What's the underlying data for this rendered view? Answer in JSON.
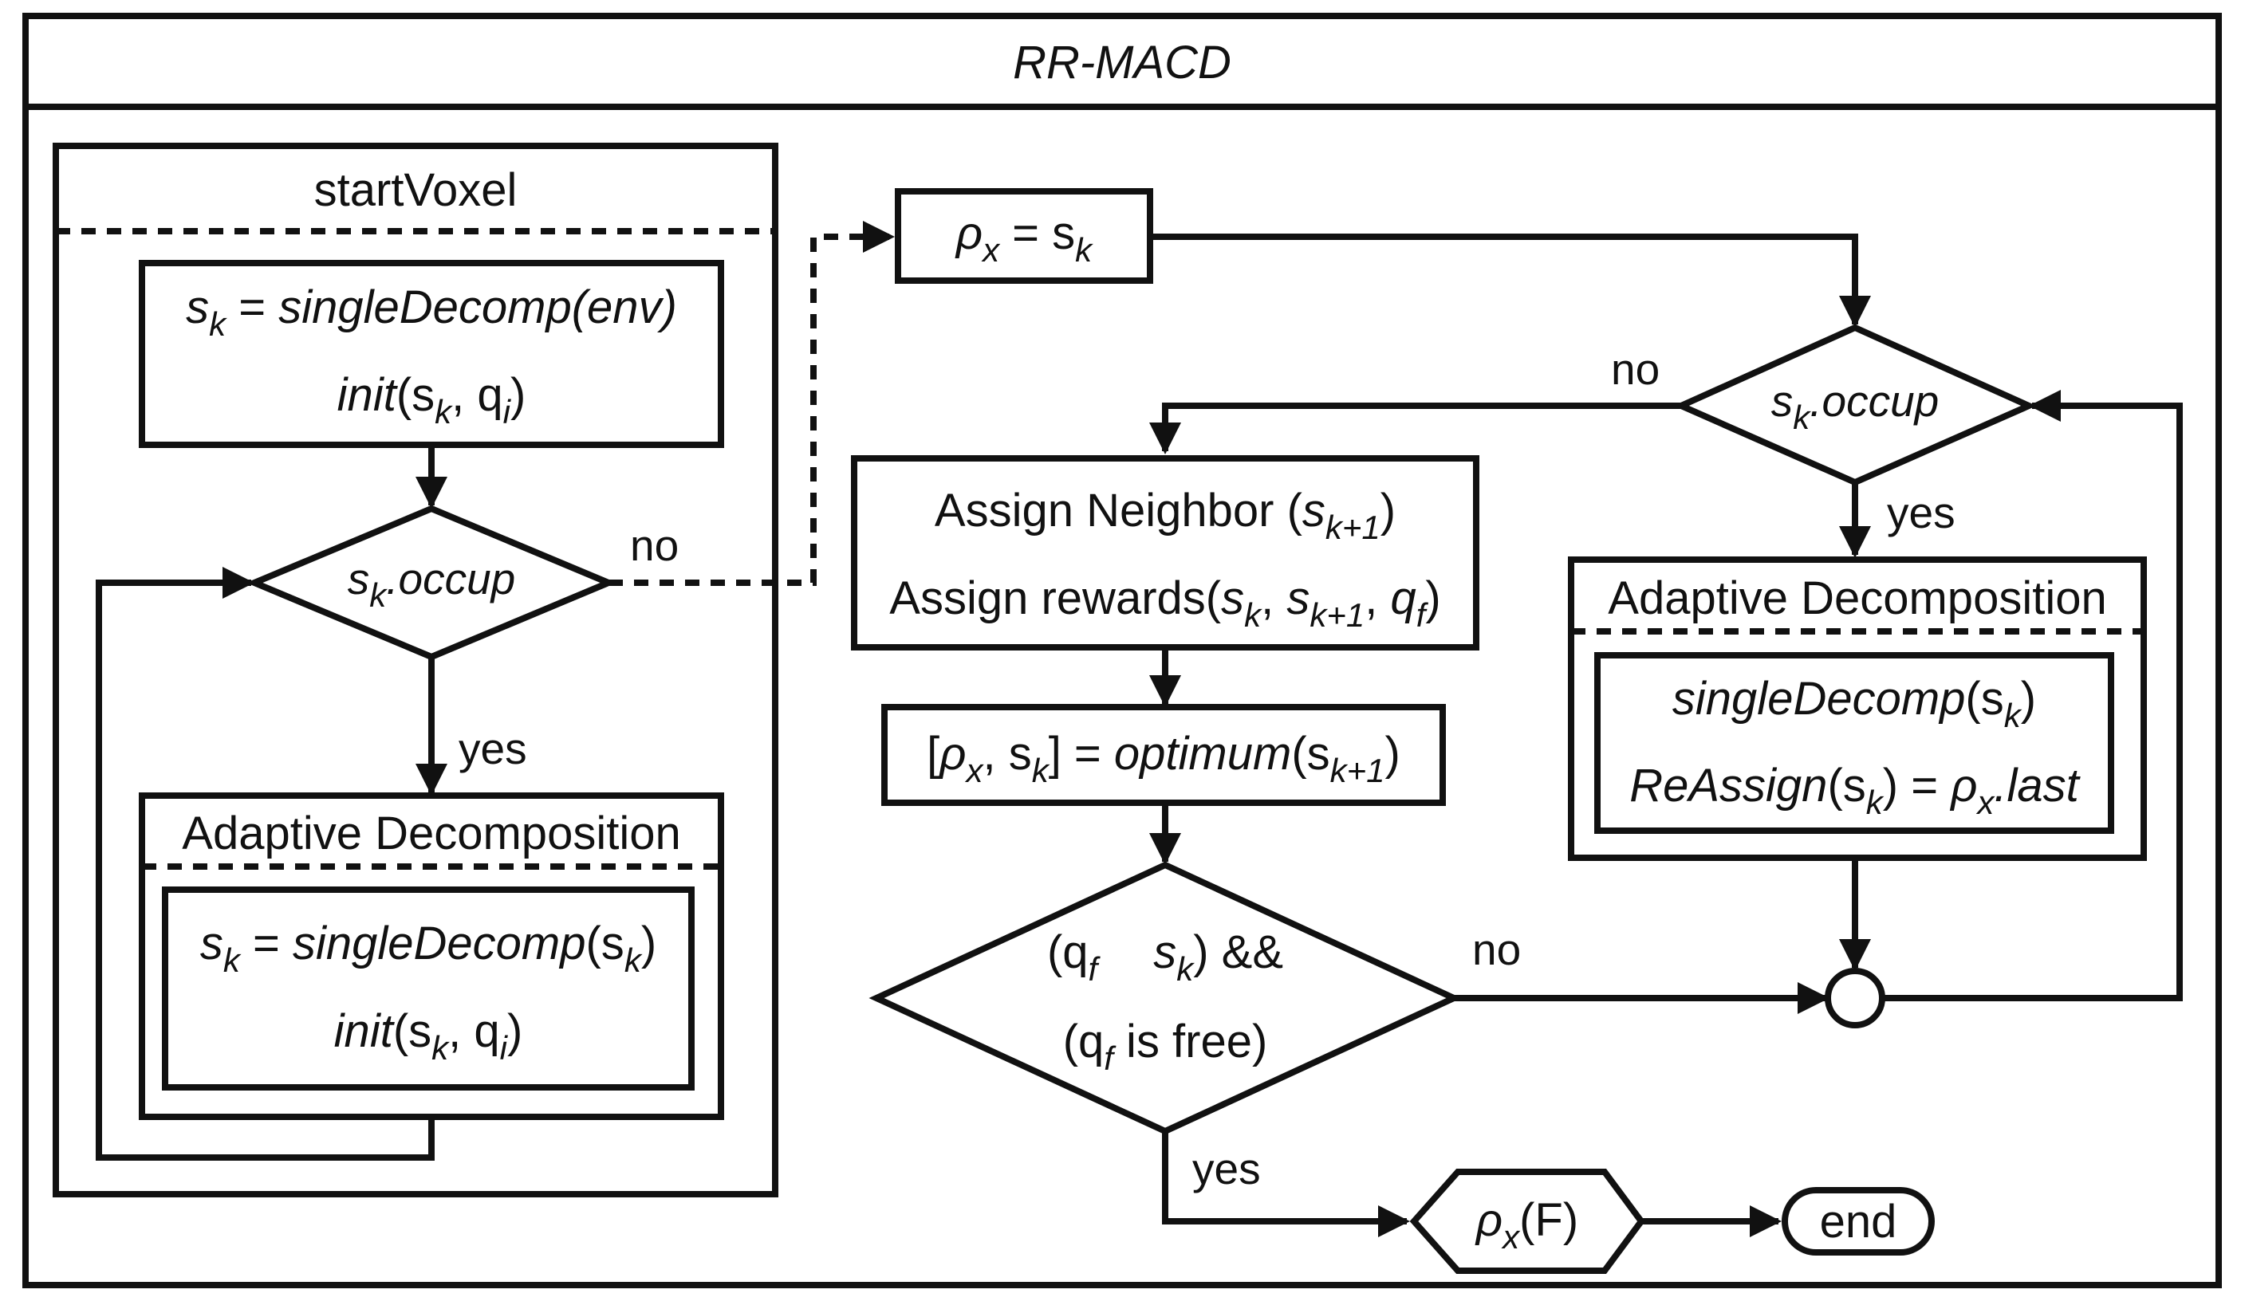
{
  "title": "RR-MACD",
  "start_voxel": {
    "title": "startVoxel",
    "init_box": {
      "line1": {
        "s": "s",
        "k": "k",
        "eq": " = ",
        "fn": "singleDecomp",
        "arg": "(env)"
      },
      "line2": {
        "fn": "init",
        "open": "(s",
        "k": "k",
        "comma": ", q",
        "i": "i",
        "close": ")"
      }
    },
    "decision": {
      "s": "s",
      "k": "k",
      "rest": ".occup"
    },
    "no_label": "no",
    "yes_label": "yes",
    "adaptive": {
      "title": "Adaptive Decomposition",
      "line1": {
        "s": "s",
        "k": "k",
        "eq": " = ",
        "fn": "singleDecomp",
        "open": "(s",
        "k2": "k",
        "close": ")"
      },
      "line2": {
        "fn": "init",
        "open": "(s",
        "k": "k",
        "comma": ", q",
        "i": "i",
        "close": ")"
      }
    }
  },
  "rho_assign": {
    "rho": "ρ",
    "x": "x",
    "eq": " = s",
    "k": "k"
  },
  "right_decision": {
    "s": "s",
    "k": "k",
    "rest": ".occup"
  },
  "right_no_label": "no",
  "right_yes_label": "yes",
  "assign_box": {
    "line1": {
      "text": "Assign Neighbor (",
      "s": "s",
      "sub": "k+1",
      "close": ")"
    },
    "line2": {
      "text": "Assign rewards(",
      "s1": "s",
      "sub1": "k",
      "comma1": ", ",
      "s2": "s",
      "sub2": "k+1",
      "comma2": ", ",
      "q": "q",
      "sub3": "f",
      "close": ")"
    }
  },
  "optimum_box": {
    "open": "[",
    "rho": "ρ",
    "x": "x",
    "comma": ", s",
    "k": "k",
    "close": "] = ",
    "fn": "optimum",
    "arg": "(s",
    "sub": "k+1",
    "end": ")"
  },
  "free_decision": {
    "line1": {
      "open": "(q",
      "f": "f",
      "mid": "s",
      "k": "k",
      "close": ") &&"
    },
    "line2": {
      "open": "(q",
      "f": "f",
      "rest": " is free)"
    }
  },
  "free_no_label": "no",
  "free_yes_label": "yes",
  "right_adaptive": {
    "title": "Adaptive Decomposition",
    "line1": {
      "fn": "singleDecomp",
      "open": "(s",
      "k": "k",
      "close": ")"
    },
    "line2": {
      "fn": "ReAssign",
      "open": "(s",
      "k": "k",
      "mid": ") = ",
      "rho": "ρ",
      "x": "x",
      "rest": ".last"
    }
  },
  "output": {
    "rho": "ρ",
    "x": "x",
    "arg": "(F)"
  },
  "end_label": "end"
}
